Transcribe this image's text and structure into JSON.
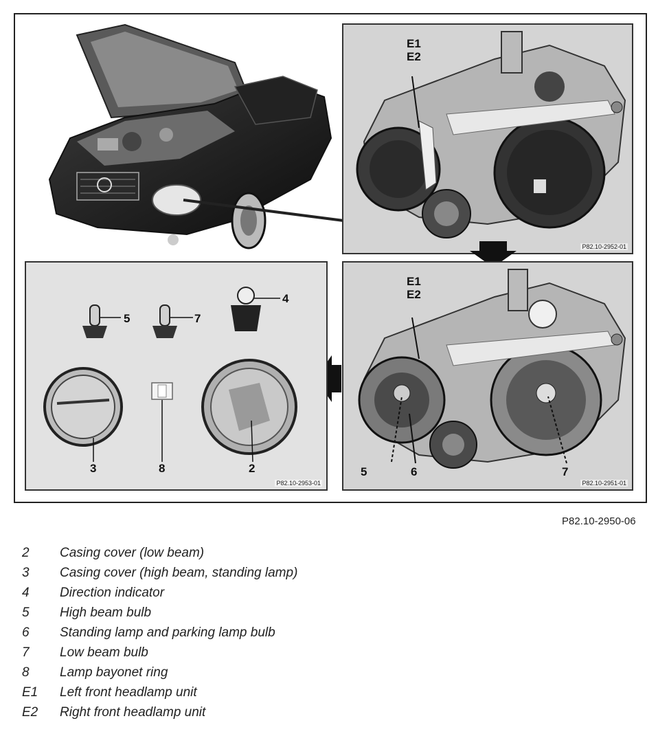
{
  "figure": {
    "reference": "P82.10-2950-06",
    "panels": {
      "top_right": {
        "photo_id": "P82.10-2952-01",
        "callouts": [
          "E1",
          "E2"
        ]
      },
      "bottom_right": {
        "photo_id": "P82.10-2951-01",
        "callouts": [
          "E1",
          "E2",
          "5",
          "6",
          "7"
        ]
      },
      "bottom_left": {
        "photo_id": "P82.10-2953-01",
        "callouts": [
          "5",
          "7",
          "4",
          "3",
          "8",
          "2"
        ]
      }
    }
  },
  "legend": [
    {
      "key": "2",
      "text": "Casing cover (low beam)"
    },
    {
      "key": "3",
      "text": "Casing cover (high beam, standing lamp)"
    },
    {
      "key": "4",
      "text": "Direction indicator"
    },
    {
      "key": "5",
      "text": "High beam bulb"
    },
    {
      "key": "6",
      "text": "Standing lamp and parking lamp bulb"
    },
    {
      "key": "7",
      "text": "Low beam bulb"
    },
    {
      "key": "8",
      "text": "Lamp bayonet ring"
    },
    {
      "key": "E1",
      "text": "Left front headlamp unit"
    },
    {
      "key": "E2",
      "text": "Right front headlamp unit"
    }
  ]
}
